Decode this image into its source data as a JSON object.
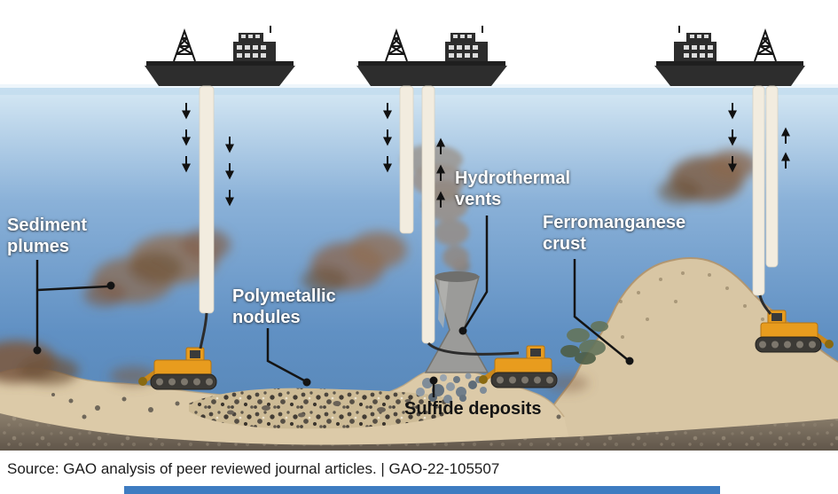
{
  "diagram": {
    "labels": {
      "sediment_plumes": "Sediment plumes",
      "polymetallic_nodules": "Polymetallic nodules",
      "hydrothermal_vents": "Hydrothermal vents",
      "ferromanganese_crust": "Ferromanganese crust",
      "sulfide_deposits": "Sulfide deposits"
    },
    "colors": {
      "water_surface": "#d8eaf5",
      "water_deep": "#5584b4",
      "seafloor_tan": "#dccaa8",
      "seafloor_dark_band": "#60564a",
      "sediment_plume_brown": "#8a6850",
      "vent_gray": "#9b9b99",
      "vehicle_orange": "#e89c1e",
      "ship_hull": "#2d2d2d",
      "riser_pipe": "#f2ecdf",
      "callout_black": "#141414",
      "accent_bar_blue": "#3e7cc1"
    }
  },
  "footer": {
    "source_text": "Source: GAO analysis of peer reviewed journal articles.  |  GAO-22-105507"
  }
}
